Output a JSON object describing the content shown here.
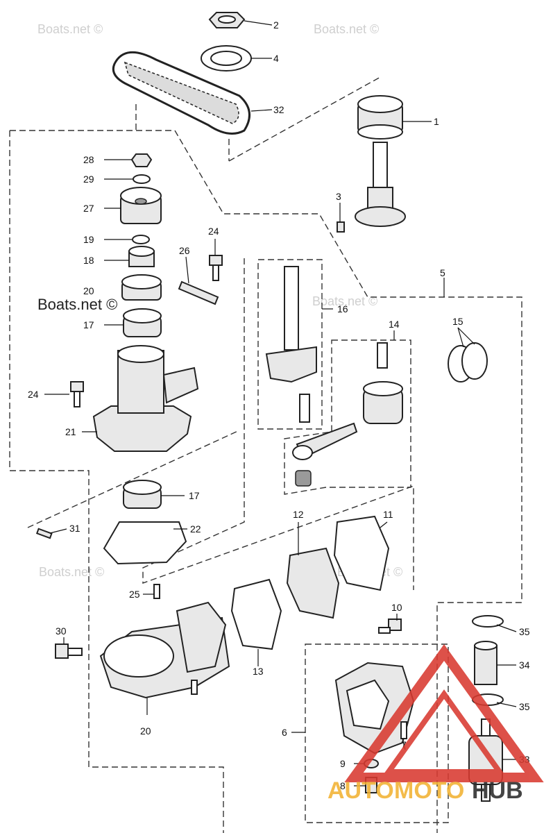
{
  "callouts": [
    {
      "id": "2",
      "text": "2"
    },
    {
      "id": "4",
      "text": "4"
    },
    {
      "id": "32",
      "text": "32"
    },
    {
      "id": "1",
      "text": "1"
    },
    {
      "id": "28",
      "text": "28"
    },
    {
      "id": "29",
      "text": "29"
    },
    {
      "id": "27",
      "text": "27"
    },
    {
      "id": "3",
      "text": "3"
    },
    {
      "id": "24a",
      "text": "24"
    },
    {
      "id": "19",
      "text": "19"
    },
    {
      "id": "18",
      "text": "18"
    },
    {
      "id": "26",
      "text": "26"
    },
    {
      "id": "5",
      "text": "5"
    },
    {
      "id": "20a",
      "text": "20"
    },
    {
      "id": "16",
      "text": "16"
    },
    {
      "id": "17a",
      "text": "17"
    },
    {
      "id": "14",
      "text": "14"
    },
    {
      "id": "15",
      "text": "15"
    },
    {
      "id": "24b",
      "text": "24"
    },
    {
      "id": "21",
      "text": "21"
    },
    {
      "id": "17b",
      "text": "17"
    },
    {
      "id": "12",
      "text": "12"
    },
    {
      "id": "11",
      "text": "11"
    },
    {
      "id": "31",
      "text": "31"
    },
    {
      "id": "22",
      "text": "22"
    },
    {
      "id": "25",
      "text": "25"
    },
    {
      "id": "10",
      "text": "10"
    },
    {
      "id": "35a",
      "text": "35"
    },
    {
      "id": "30",
      "text": "30"
    },
    {
      "id": "34",
      "text": "34"
    },
    {
      "id": "13",
      "text": "13"
    },
    {
      "id": "35b",
      "text": "35"
    },
    {
      "id": "20b",
      "text": "20"
    },
    {
      "id": "6",
      "text": "6"
    },
    {
      "id": "33",
      "text": "33"
    },
    {
      "id": "9",
      "text": "9"
    },
    {
      "id": "8",
      "text": "8"
    },
    {
      "id": "7",
      "text": "7"
    }
  ],
  "watermarks": {
    "boats_small": "Boats.net ©",
    "boats_large": "Boats.net ©",
    "brand_auto": "AUTO",
    "brand_moto": "MOTO",
    "brand_hub": "HUB"
  },
  "colors": {
    "brand_red": "#d93a30",
    "brand_gold": "#f2b233",
    "brand_dark": "#2b2b2b",
    "line": "#222222",
    "watermark": "#cfcfcf"
  }
}
